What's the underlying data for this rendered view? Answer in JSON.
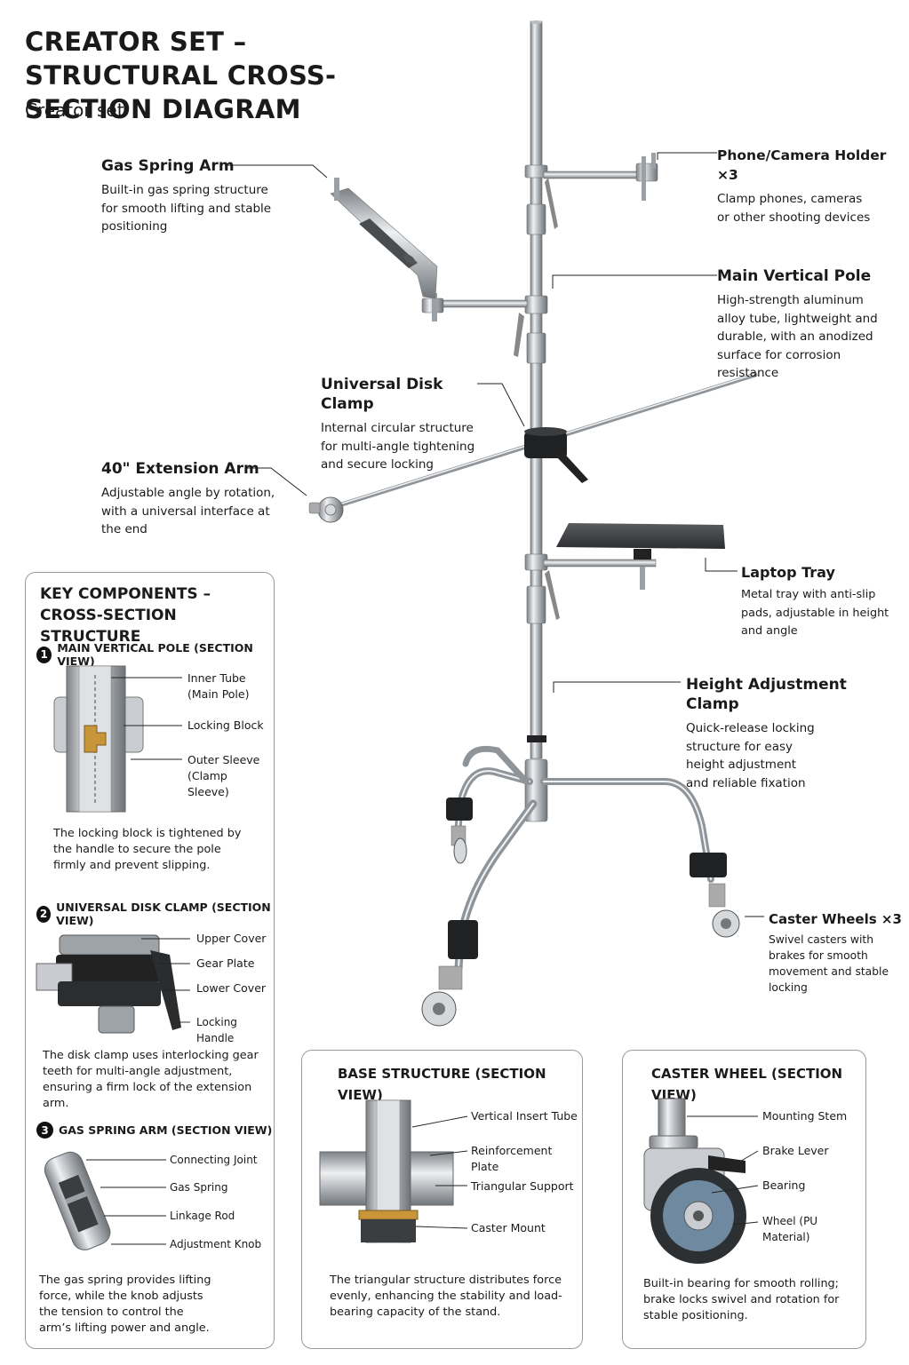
{
  "title": "CREATOR SET – STRUCTURAL CROSS-SECTION DIAGRAM",
  "subtitle": "Creator set",
  "callouts": {
    "gas_spring_arm": {
      "title": "Gas Spring Arm",
      "desc": "Built-in gas spring structure for smooth lifting and stable positioning"
    },
    "phone_holder": {
      "title": "Phone/Camera Holder ×3",
      "desc": "Clamp phones, cameras or other shooting devices"
    },
    "main_pole": {
      "title": "Main Vertical Pole",
      "desc": "High-strength aluminum alloy tube, lightweight and durable, with an anodized surface for corrosion resistance"
    },
    "disk_clamp": {
      "title": "Universal Disk Clamp",
      "desc": "Internal circular structure for multi-angle tightening and secure locking"
    },
    "extension_arm": {
      "title": "40\" Extension Arm",
      "desc": "Adjustable angle by rotation, with a universal interface at the end"
    },
    "laptop_tray": {
      "title": "Laptop Tray",
      "desc": "Metal tray with anti-slip pads, adjustable in height and angle"
    },
    "height_clamp": {
      "title": "Height Adjustment Clamp",
      "desc": "Quick-release locking structure for easy height adjustment and reliable fixation"
    },
    "caster_wheels": {
      "title": "Caster Wheels ×3",
      "desc": "Swivel casters with brakes for smooth movement and stable locking"
    }
  },
  "key_components": {
    "title": "KEY COMPONENTS – CROSS-SECTION STRUCTURE",
    "sections": [
      {
        "number": "1",
        "title": "MAIN VERTICAL POLE (SECTION VIEW)",
        "labels": [
          "Inner Tube (Main Pole)",
          "Locking Block",
          "Outer Sleeve (Clamp Sleeve)"
        ],
        "desc": "The locking block is tightened by the handle to secure the pole firmly and prevent slipping."
      },
      {
        "number": "2",
        "title": "UNIVERSAL DISK CLAMP (SECTION VIEW)",
        "labels": [
          "Upper Cover",
          "Gear Plate",
          "Lower Cover",
          "Locking Handle"
        ],
        "desc": "The disk clamp uses interlocking gear teeth for multi-angle adjustment, ensuring a firm lock of the extension arm."
      },
      {
        "number": "3",
        "title": "GAS SPRING ARM (SECTION VIEW)",
        "labels": [
          "Connecting Joint",
          "Gas Spring",
          "Linkage Rod",
          "Adjustment Knob"
        ],
        "desc": "The gas spring provides lifting force, while the knob adjusts the tension to control the arm’s lifting power and angle."
      }
    ]
  },
  "base_structure": {
    "title": "BASE STRUCTURE (SECTION VIEW)",
    "labels": [
      "Vertical Insert Tube",
      "Reinforcement Plate",
      "Triangular Support",
      "Caster Mount"
    ],
    "desc": "The triangular structure distributes force evenly, enhancing the stability and load-bearing capacity of the stand."
  },
  "caster_section": {
    "title": "CASTER WHEEL (SECTION VIEW)",
    "labels": [
      "Mounting Stem",
      "Brake Lever",
      "Bearing",
      "Wheel (PU Material)"
    ],
    "desc": "Built-in bearing for smooth rolling; brake locks swivel and rotation for stable positioning."
  }
}
